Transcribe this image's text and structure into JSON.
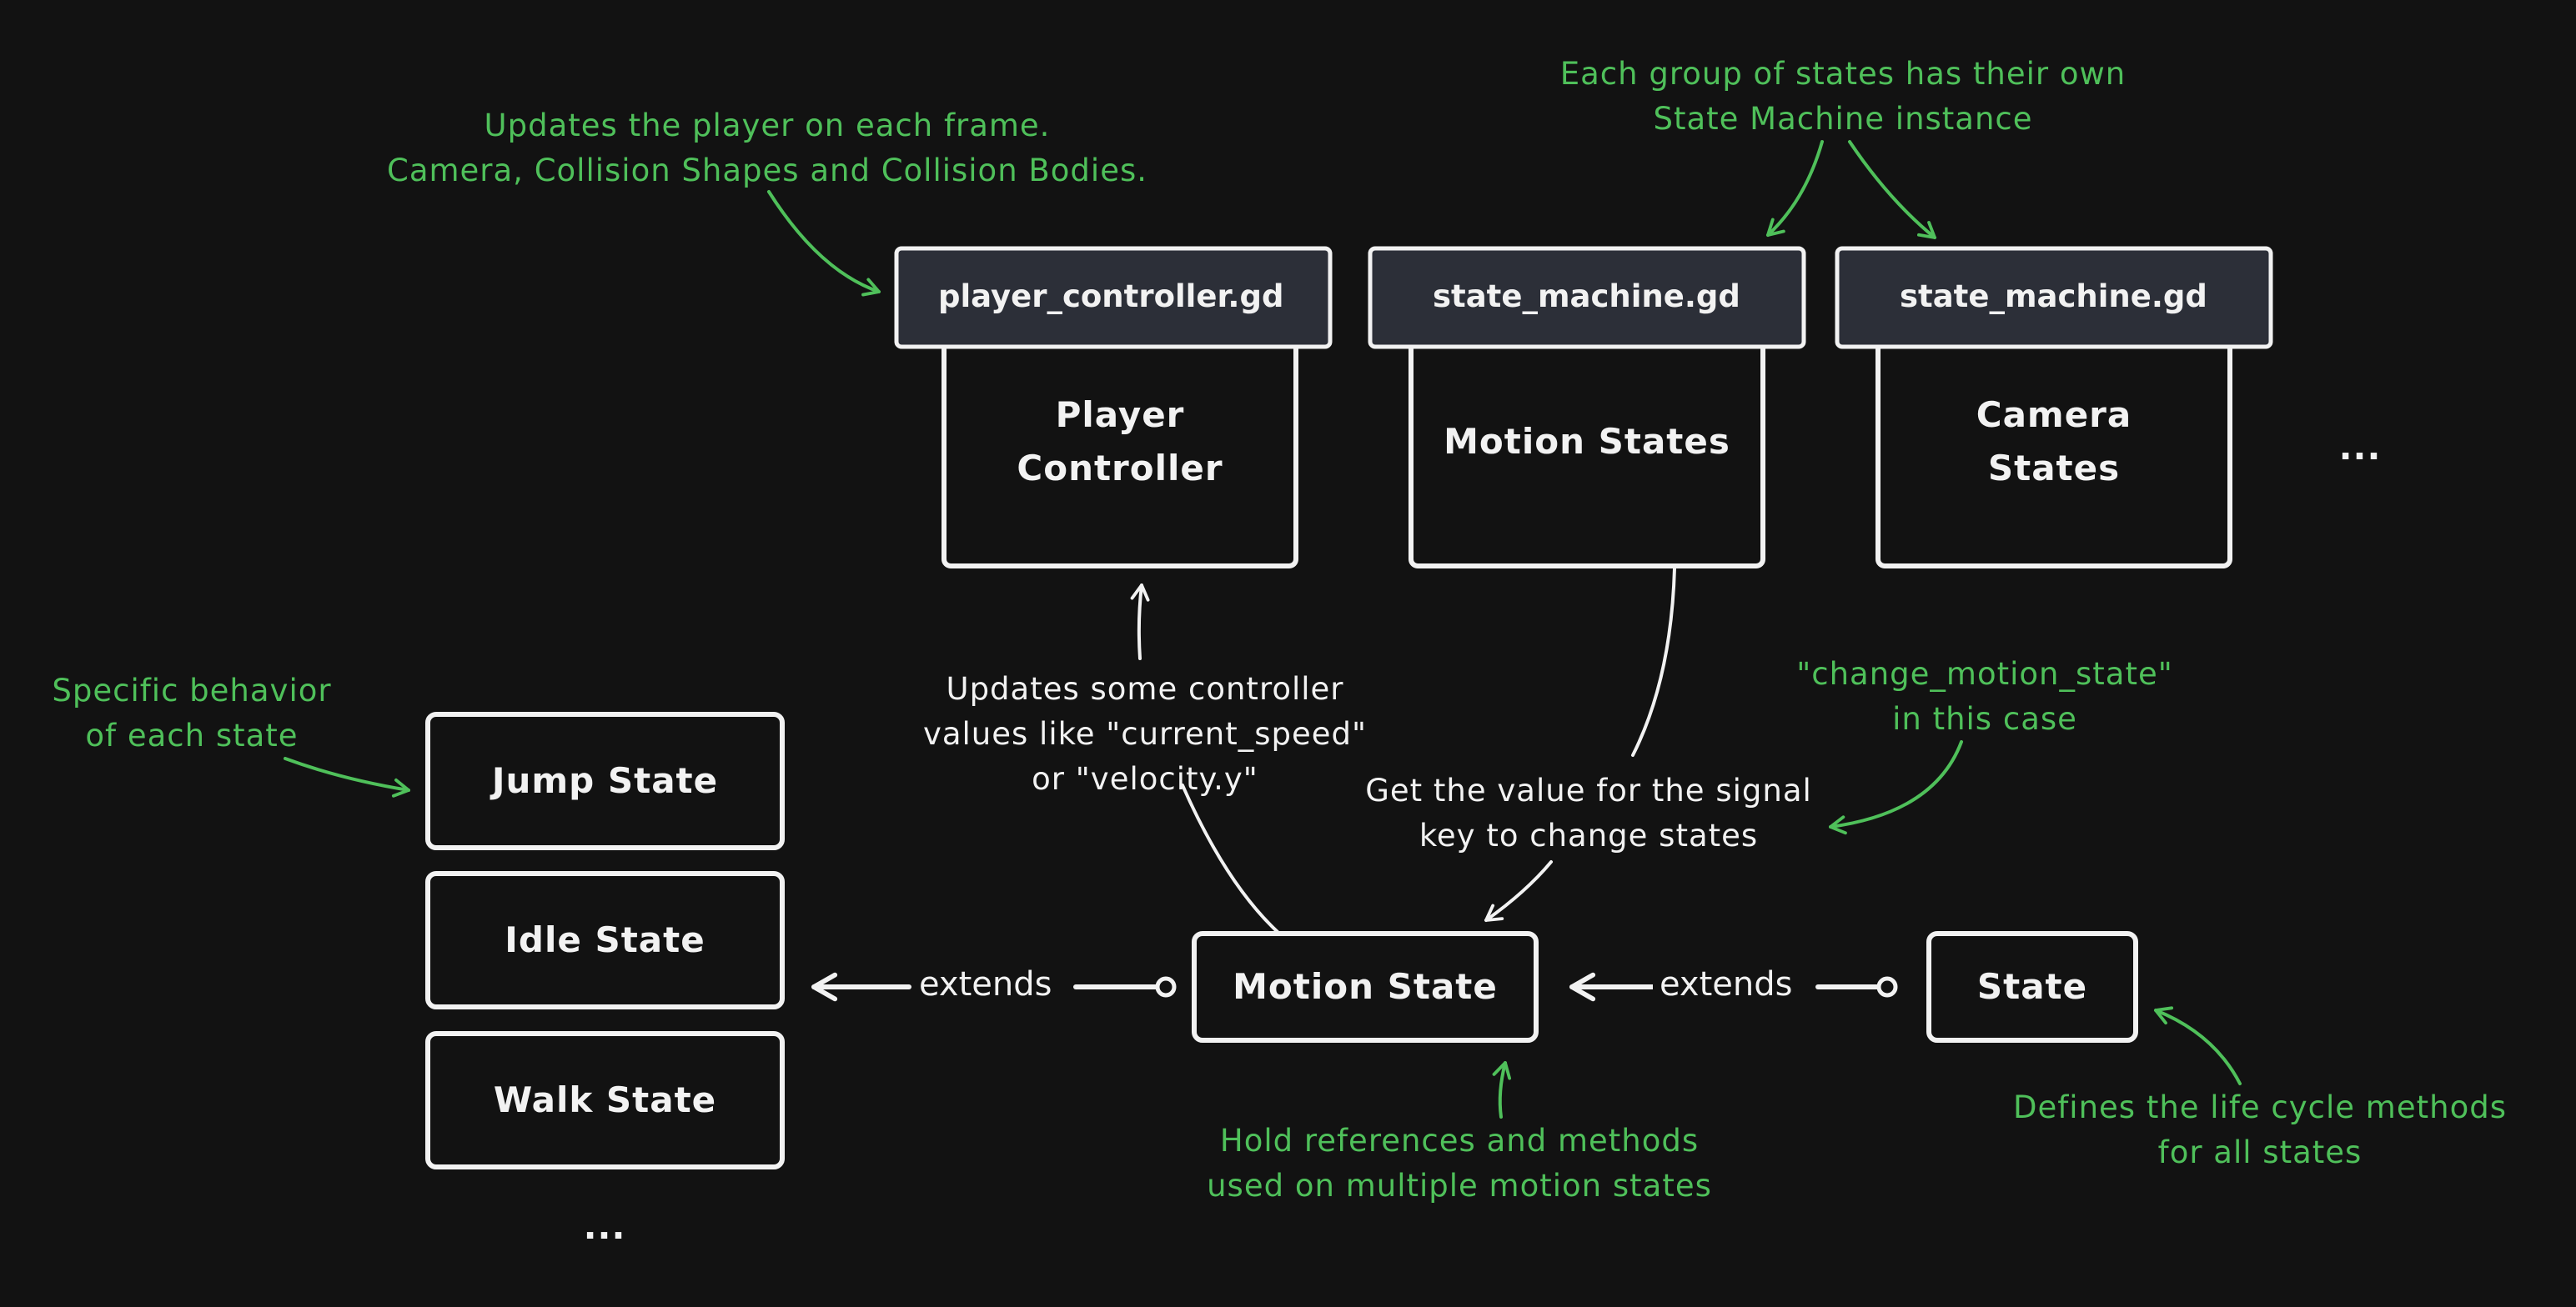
{
  "notes": {
    "player_controller": [
      "Updates the player on each frame.",
      "Camera, Collision Shapes and Collision Bodies."
    ],
    "state_machine_groups": [
      "Each group of states has their own",
      "State Machine instance"
    ],
    "specific_behavior": [
      "Specific behavior",
      "of each state"
    ],
    "updates_values": [
      "Updates some controller",
      "values like \"current_speed\"",
      "or \"velocity.y\""
    ],
    "change_motion_state": [
      "\"change_motion_state\"",
      "in this case"
    ],
    "signal_key": [
      "Get the value for the signal",
      "key to change states"
    ],
    "hold_references": [
      "Hold references and methods",
      "used on multiple motion states"
    ],
    "life_cycle": [
      "Defines the life cycle methods",
      "for all states"
    ]
  },
  "scripts": {
    "player_controller": "player_controller.gd",
    "motion_state_machine": "state_machine.gd",
    "camera_state_machine": "state_machine.gd"
  },
  "nodes": {
    "player_controller": [
      "Player",
      "Controller"
    ],
    "motion_states": "Motion States",
    "camera_states": [
      "Camera",
      "States"
    ],
    "top_more": "...",
    "jump_state": "Jump State",
    "idle_state": "Idle State",
    "walk_state": "Walk State",
    "bottom_more": "...",
    "motion_state": "Motion State",
    "state": "State"
  },
  "edges": {
    "extends_left": "extends",
    "extends_right": "extends"
  },
  "colors": {
    "background": "#121212",
    "stroke": "#f2f2f2",
    "annotation": "#4fc05a",
    "header_fill": "#2c2f38"
  }
}
